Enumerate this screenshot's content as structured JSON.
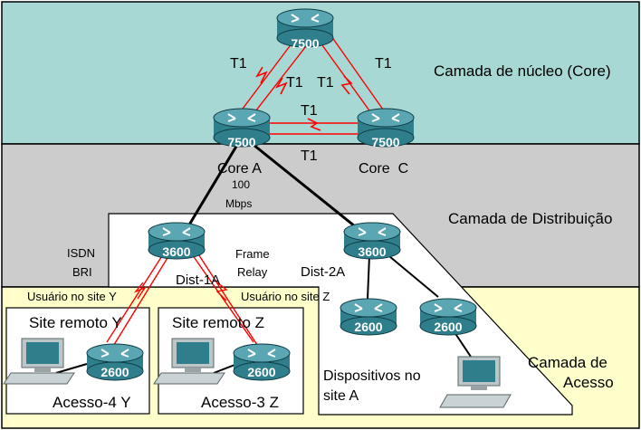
{
  "layers": {
    "core": "Camada de núcleo (Core)",
    "distribution": "Camada de Distribuição",
    "access_line1": "Camada de",
    "access_line2": "Acesso"
  },
  "links": {
    "t1": "T1",
    "speed_line1": "100",
    "speed_line2": "Mbps",
    "isdn_line1": "ISDN",
    "isdn_line2": "BRI",
    "frame_line1": "Frame",
    "frame_line2": "Relay"
  },
  "routers": {
    "core_top": "7500",
    "core_a": "7500",
    "core_c": "7500",
    "dist_1a": "3600",
    "dist_2a": "3600",
    "access_y": "2600",
    "access_z": "2600",
    "site_a_left": "2600",
    "site_a_right": "2600"
  },
  "names": {
    "core_a": "Core A",
    "core_c": "Core  C",
    "dist_1a": "Dist-1A",
    "dist_2a": "Dist-2A",
    "acesso_4y": "Acesso-4 Y",
    "acesso_3z": "Acesso-3 Z"
  },
  "sites": {
    "user_y": "Usuário no site Y",
    "user_z": "Usuário no site Z",
    "remote_y": "Site remoto Y",
    "remote_z": "Site remoto Z",
    "devices_line1": "Dispositivos no",
    "devices_line2": "site A"
  },
  "colors": {
    "core_band": "#a8d8d4",
    "distribution_band": "#cccccc",
    "access_band": "#ffffcc",
    "router_body": "#2f7e8c",
    "wan_link": "#ff0000",
    "lan_link": "#000000"
  }
}
